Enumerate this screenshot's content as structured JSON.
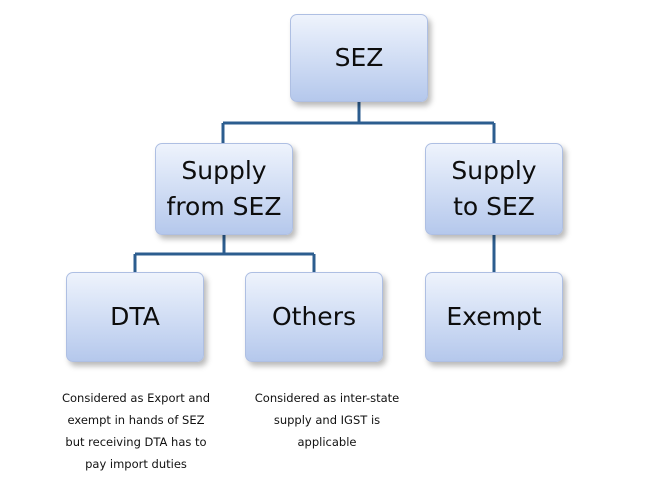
{
  "diagram": {
    "root": {
      "label": "SEZ"
    },
    "children": [
      {
        "label": "Supply\nfrom SEZ",
        "children": [
          {
            "label": "DTA",
            "note": "Considered as Export and\nexempt in hands of SEZ\nbut receiving DTA has to\npay import duties"
          },
          {
            "label": "Others",
            "note": "Considered as inter-state\nsupply and IGST is\napplicable"
          }
        ]
      },
      {
        "label": "Supply\nto SEZ",
        "children": [
          {
            "label": "Exempt"
          }
        ]
      }
    ],
    "colors": {
      "connector": "#2c5d8f",
      "box_top": "#eef3fc",
      "box_bottom": "#b5c8ec",
      "box_border": "#aebfe3"
    }
  }
}
